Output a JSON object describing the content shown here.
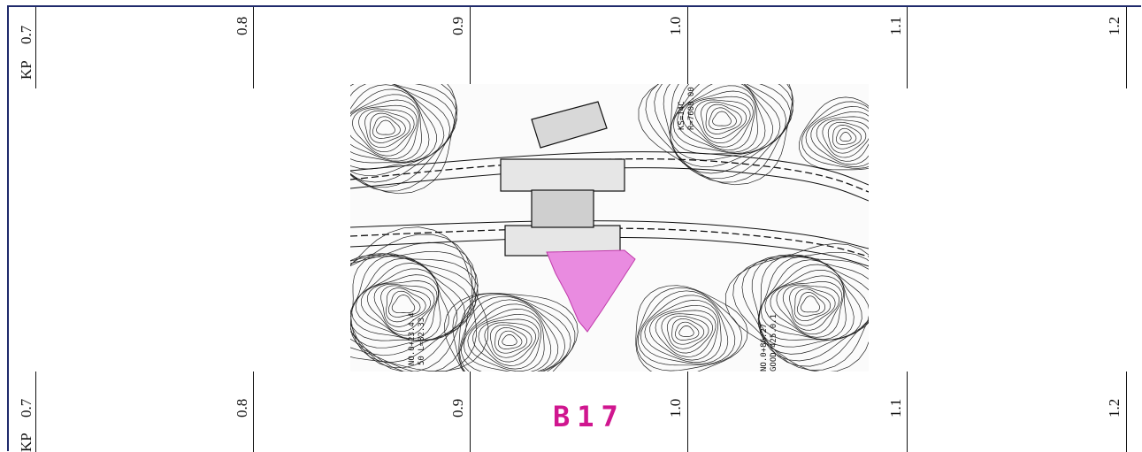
{
  "sheet": {
    "axis_label": "KP",
    "top_ticks": [
      "0.7",
      "0.8",
      "0.9",
      "1.0",
      "1.1",
      "1.2"
    ],
    "bottom_ticks": [
      "0.7",
      "0.8",
      "0.9",
      "1.0",
      "1.1",
      "1.2"
    ],
    "map_id": "B17"
  },
  "map_labels": {
    "sta_left": "NO.0+23.4.4",
    "sta_left_2": "50 L=82.33",
    "sta_right": "NO.0+86.27",
    "sta_right_2": "GOOD 425.0.1",
    "curve": "KS=14C",
    "curve_r": "R=7600.00"
  },
  "colors": {
    "frame": "#1f2a6b",
    "highlight": "#e98be0",
    "map_id": "#d0168f"
  }
}
